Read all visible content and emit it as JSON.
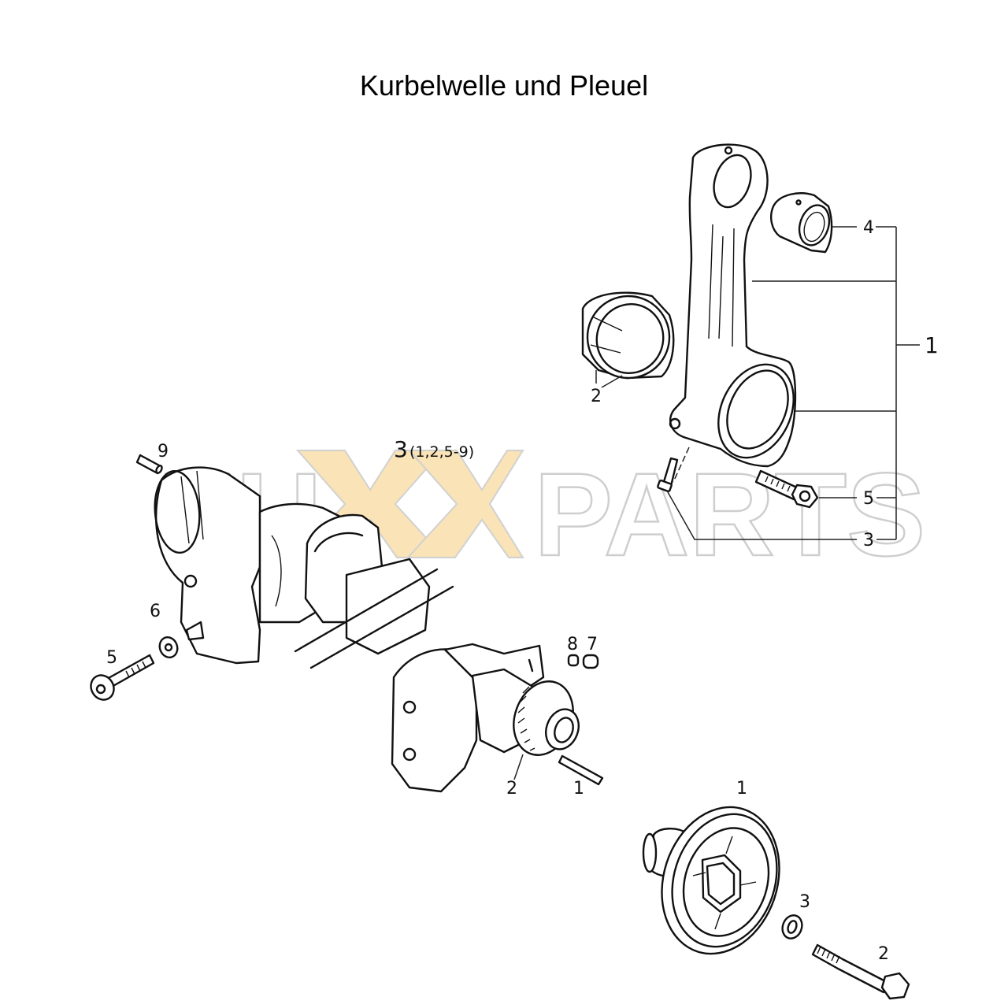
{
  "title": "Kurbelwelle und Pleuel",
  "watermark": {
    "prefix": "EU",
    "accent": "XX",
    "suffix": "PARTS",
    "accent_color": "#f9e2b4",
    "outline_color": "#c8c8c8"
  },
  "groups": {
    "connecting_rod": {
      "bracket_label": "1",
      "callouts": [
        {
          "id": "rod-4",
          "label": "4",
          "part": "small-end bushing"
        },
        {
          "id": "rod-2",
          "label": "2",
          "part": "big-end bearing shells"
        },
        {
          "id": "rod-5",
          "label": "5",
          "part": "connecting rod bolt"
        },
        {
          "id": "rod-3",
          "label": "3",
          "part": "dowel / locating pin"
        }
      ]
    },
    "crankshaft": {
      "assembly_label": "3",
      "assembly_sublabel": "(1,2,5-9)",
      "callouts": [
        {
          "id": "crank-9",
          "label": "9",
          "part": "pin"
        },
        {
          "id": "crank-6",
          "label": "6",
          "part": "washer"
        },
        {
          "id": "crank-5",
          "label": "5",
          "part": "counterweight bolt"
        },
        {
          "id": "crank-8",
          "label": "8",
          "part": "plug"
        },
        {
          "id": "crank-7",
          "label": "7",
          "part": "plug"
        },
        {
          "id": "crank-2",
          "label": "2",
          "part": "crankshaft gear"
        },
        {
          "id": "crank-1",
          "label": "1",
          "part": "key / pin"
        }
      ]
    },
    "pulley": {
      "callouts": [
        {
          "id": "pulley-1",
          "label": "1",
          "part": "crankshaft pulley"
        },
        {
          "id": "pulley-3",
          "label": "3",
          "part": "washer"
        },
        {
          "id": "pulley-2",
          "label": "2",
          "part": "pulley bolt"
        }
      ]
    }
  }
}
